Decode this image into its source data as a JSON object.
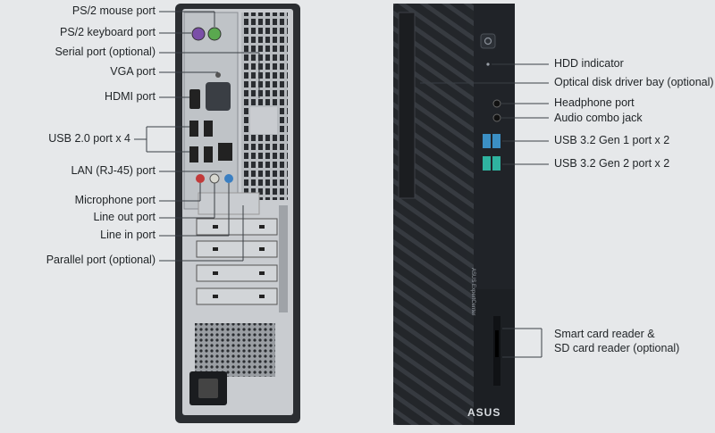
{
  "back_panel": {
    "labels": [
      "PS/2 mouse port",
      "PS/2 keyboard port",
      "Serial port (optional)",
      "VGA port",
      "HDMI port",
      "USB 2.0 port x 4",
      "LAN (RJ-45) port",
      "Microphone port",
      "Line out port",
      "Line in port",
      "Parallel port (optional)"
    ]
  },
  "front_panel": {
    "labels": [
      "HDD indicator",
      "Optical disk driver bay (optional)",
      "Headphone port",
      "Audio combo jack",
      "USB 3.2 Gen 1 port x 2",
      "USB 3.2 Gen 2 port x 2",
      "Smart card reader &",
      "SD card reader (optional)"
    ],
    "brand_logo": "ASUS",
    "model_text": "ASUS ExpertCenter"
  },
  "colors": {
    "background": "#e6e8ea",
    "chassis": "#2b2e32",
    "front_face": "#1e2125",
    "usb_gen": "#3b8fc4",
    "usb_gen2": "#2fb3a0",
    "mic_red": "#c23a3a",
    "line_blue": "#3a7fc2",
    "ps2_purple": "#7b4fa8",
    "ps2_green": "#5aa84f",
    "leader_line": "#3a3f45"
  }
}
